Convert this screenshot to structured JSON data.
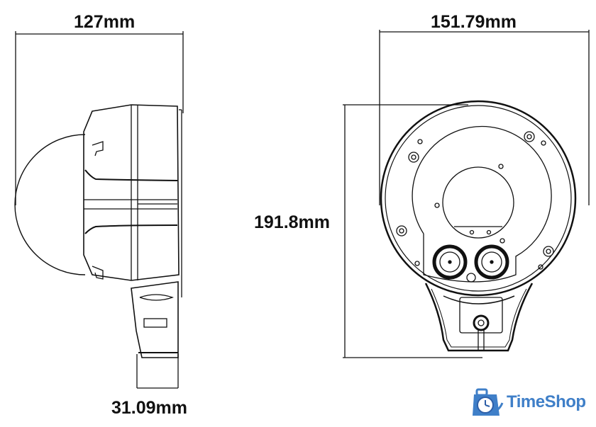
{
  "dimensions": {
    "side_width": "127mm",
    "side_depth": "31.09mm",
    "front_width": "151.79mm",
    "front_height": "191.8mm"
  },
  "views": {
    "side": "side-view",
    "front": "front-view"
  },
  "brand": {
    "name": "TimeShop",
    "color": "#3f7fc8"
  }
}
